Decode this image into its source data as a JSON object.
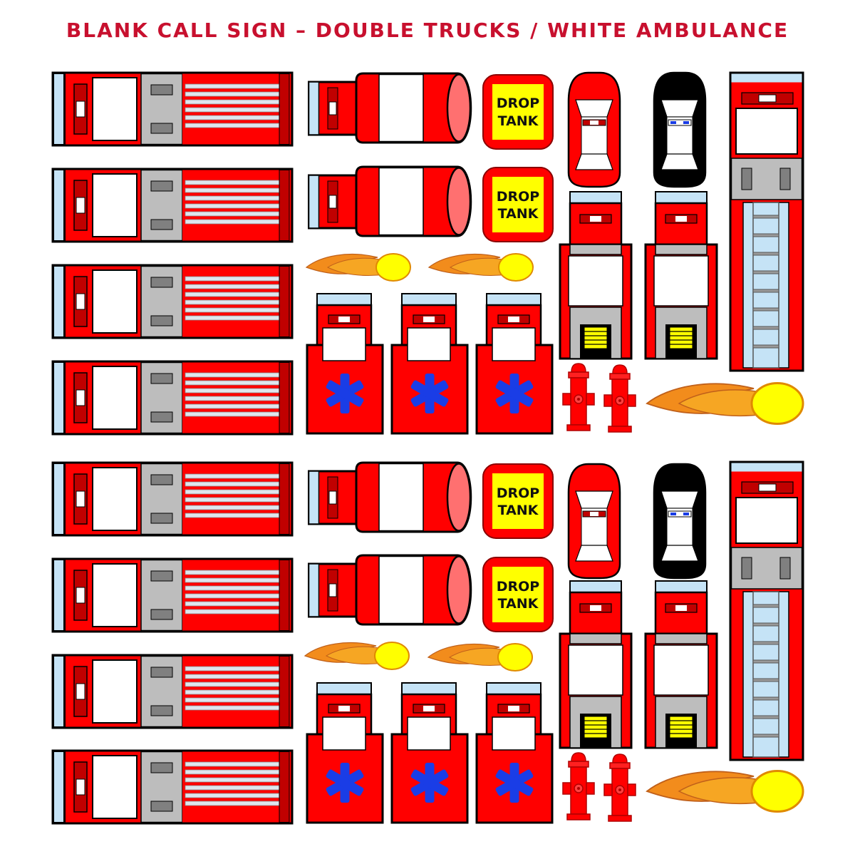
{
  "sheet": {
    "title": "BLANK CALL SIGN – DOUBLE TRUCKS / WHITE AMBULANCE"
  },
  "stickers": {
    "drop_tank_line1": "DROP",
    "drop_tank_line2": "TANK"
  },
  "colors": {
    "truck_red": "#ff0000",
    "dark_red": "#c00000",
    "title_red": "#c8102e",
    "light_blue": "#c5e3f6",
    "gray": "#bdbdbd",
    "dark_gray": "#808080",
    "star_blue": "#1a3de6",
    "tank_yellow": "#ffff00",
    "flame_yellow": "#ffff00",
    "flame_orange": "#f28c1c",
    "police_black": "#000000"
  },
  "icons": [
    "fire-engine-icon",
    "tanker-truck-icon",
    "drop-tank-sign-icon",
    "fire-chief-car-icon",
    "police-car-icon",
    "ladder-truck-icon",
    "rescue-truck-icon",
    "ambulance-icon",
    "star-of-life-icon",
    "fire-hydrant-icon",
    "fireball-icon"
  ]
}
